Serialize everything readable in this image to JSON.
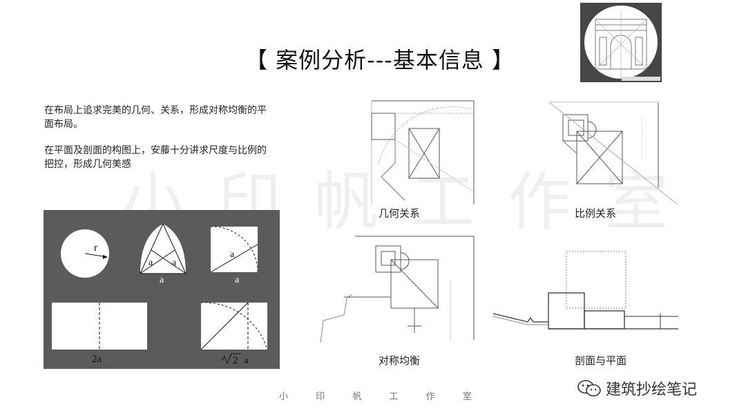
{
  "title": "【 案例分析---基本信息 】",
  "intro": {
    "paragraph1": "在布局上追求完美的几何、关系，形成对称均衡的平面布局。",
    "paragraph2": "在平面及剖面的构图上，安藤十分讲求尺度与比例的把控，形成几何美感"
  },
  "watermark": "小印帆工作室",
  "footer": [
    "小",
    "印",
    "帆",
    "工",
    "作",
    "室"
  ],
  "geometry_labels": {
    "circle_r": "r",
    "triangle_left": "a",
    "triangle_right": "a",
    "triangle_base": "a",
    "square_diag": "a",
    "square_side": "a",
    "double_rect": "2a",
    "root_rect_a": "a",
    "root_rect_two": "2"
  },
  "captions": {
    "geometry": "几何关系",
    "proportion": "比例关系",
    "symmetry": "对称均衡",
    "section_plan": "剖面与平面"
  },
  "brand": {
    "icon": "wechat-icon",
    "text": "建筑抄绘笔记"
  }
}
